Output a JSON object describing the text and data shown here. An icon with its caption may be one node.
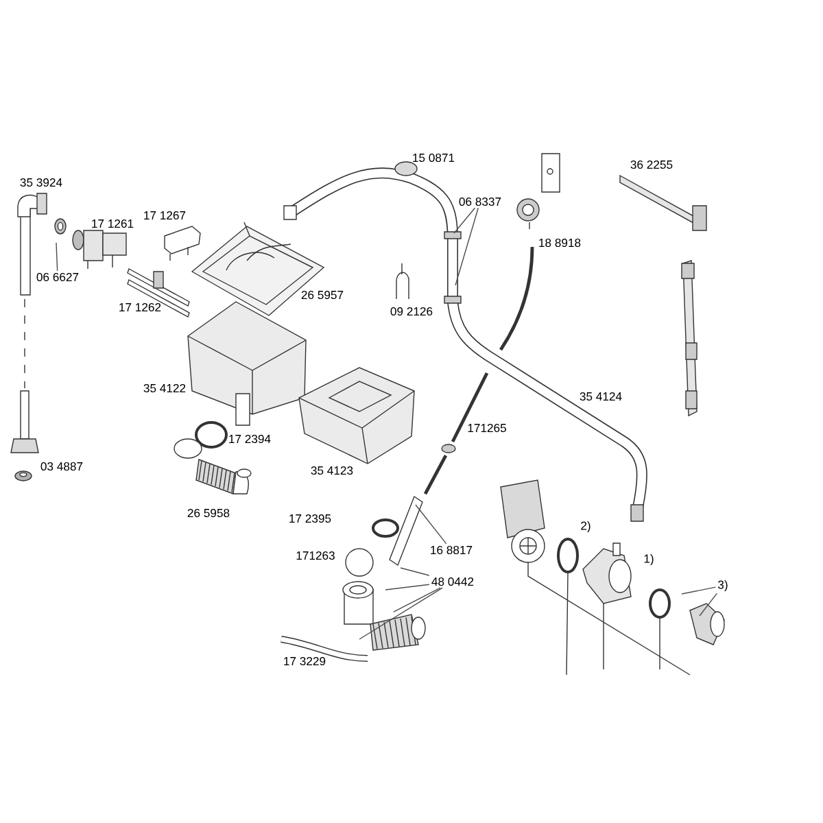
{
  "diagram": {
    "nodes": [
      {
        "text": [
          "06 6627"
        ]
      },
      {
        "text": [
          "06 8337"
        ]
      },
      {
        "text": [
          "16 8817"
        ]
      },
      {
        "text": [
          "48 0442"
        ]
      },
      {
        "text": [
          "3)"
        ]
      }
    ],
    "edges": [
      {
        "from": 0,
        "to": null,
        "arrow": "none"
      },
      {
        "from": 1,
        "to": null,
        "arrow": "none"
      },
      {
        "from": 1,
        "to": null,
        "arrow": "none"
      },
      {
        "from": 2,
        "to": null,
        "arrow": "none"
      },
      {
        "from": 3,
        "to": null,
        "arrow": "none"
      },
      {
        "from": 3,
        "to": null,
        "arrow": "none"
      },
      {
        "from": 3,
        "to": null,
        "arrow": "none"
      },
      {
        "from": 3,
        "to": null,
        "arrow": "none"
      },
      {
        "from": 4,
        "to": null,
        "arrow": "none"
      },
      {
        "from": 4,
        "to": null,
        "arrow": "none"
      }
    ],
    "labels": [
      "35 3924",
      "17 1261",
      "17 1267",
      "17 1262",
      "26 5957",
      "15 0871",
      "36 2255",
      "18 8918",
      "09 2126",
      "35 4122",
      "17 2394",
      "35 4123",
      "03 4887",
      "26 5958",
      "35 4124",
      "171265",
      "17 2395",
      "171263",
      "17 3229",
      "2)",
      "1)"
    ]
  }
}
